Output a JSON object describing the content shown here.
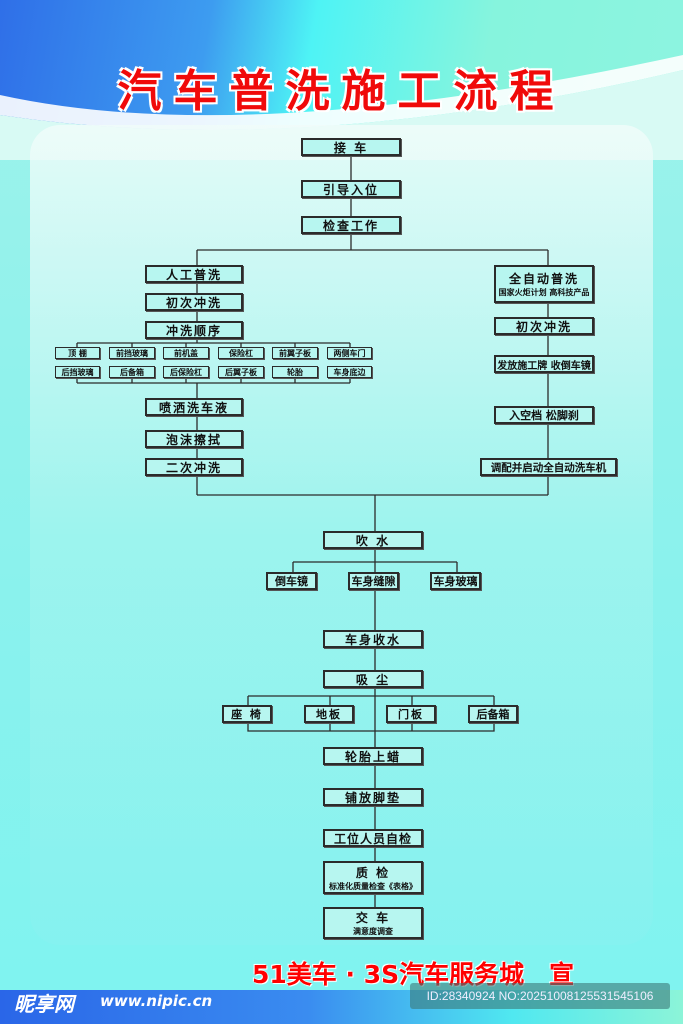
{
  "title": "汽车普洗施工流程",
  "steps": {
    "receive": "接 车",
    "guide": "引导入位",
    "inspect": "检查工作",
    "manual": "人工普洗",
    "manual_first": "初次冲洗",
    "manual_order": "冲洗顺序",
    "parts": [
      "顶 棚",
      "前挡玻璃",
      "前机盖",
      "保险杠",
      "前翼子板",
      "两侧车门",
      "后挡玻璃",
      "后备箱",
      "后保险杠",
      "后翼子板",
      "轮胎",
      "车身底边"
    ],
    "spray": "喷洒洗车液",
    "foam": "泡沫擦拭",
    "second": "二次冲洗",
    "auto": "全自动普洗",
    "auto_sub": "国家火炬计划 高科技产品",
    "auto_first": "初次冲洗",
    "auto_sign": "发放施工牌 收倒车镜",
    "auto_neutral": "入空档 松脚刹",
    "auto_start": "调配并启动全自动洗车机",
    "blow": "吹 水",
    "blow_parts": [
      "倒车镜",
      "车身缝隙",
      "车身玻璃"
    ],
    "dry": "车身收水",
    "vacuum": "吸 尘",
    "vacuum_parts": [
      "座 椅",
      "地板",
      "门板",
      "后备箱"
    ],
    "wax": "轮胎上蜡",
    "mat": "铺放脚垫",
    "selfcheck": "工位人员自检",
    "qc": "质 检",
    "qc_sub": "标准化质量检查《表格》",
    "deliver": "交 车",
    "deliver_sub": "满意度调查"
  },
  "footer": "51美车 · 3S汽车服务城　宣",
  "watermark": {
    "logo": "昵享网",
    "url": "www.nipic.cn",
    "id": "ID:28340924 NO:20251008125531545106"
  },
  "colors": {
    "title": "#f00a0a",
    "line": "#2b2b2b"
  }
}
